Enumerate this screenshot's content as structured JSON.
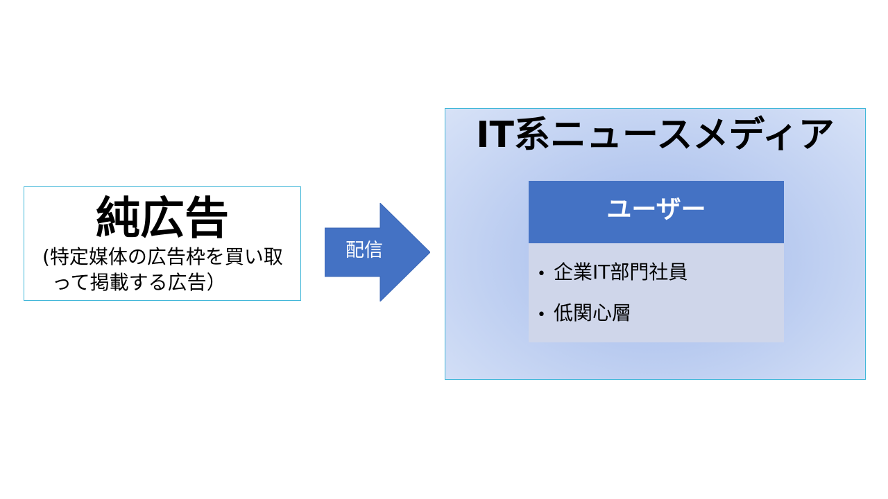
{
  "ad": {
    "title": "純広告",
    "description": "(特定媒体の広告枠を買い取って掲載する広告）"
  },
  "arrow": {
    "label": "配信",
    "color": "#4472c4"
  },
  "media": {
    "title": "IT系ニュースメディア",
    "user_header": "ユーザー",
    "user_items": [
      "企業IT部門社員",
      "低関心層"
    ]
  },
  "colors": {
    "accent": "#4472c4",
    "border": "#3fb6d8",
    "list_bg": "#cfd6ea"
  }
}
